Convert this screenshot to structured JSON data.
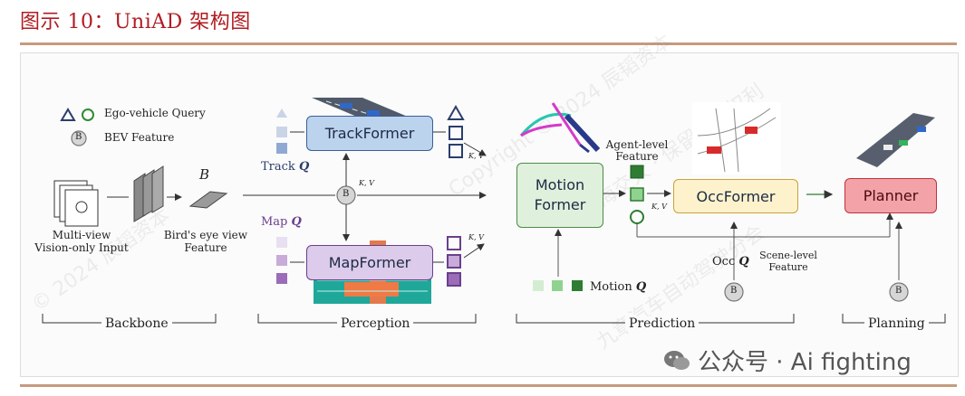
{
  "figure": {
    "title": "图示 10：UniAD 架构图"
  },
  "legend": {
    "ego_query": "Ego-vehicle Query",
    "bev_feature": "BEV Feature",
    "b_glyph": "B"
  },
  "backbone": {
    "input_label_1": "Multi-view",
    "input_label_2": "Vision-only Input",
    "bev_symbol": "B",
    "bev_label_1": "Bird's eye view",
    "bev_label_2": "Feature",
    "section": "Backbone"
  },
  "perception": {
    "trackformer": "TrackFormer",
    "mapformer": "MapFormer",
    "track_q_prefix": "Track ",
    "map_q_prefix": "Map ",
    "q": "Q",
    "kv": "K, V",
    "section": "Perception"
  },
  "prediction": {
    "motion_former_1": "Motion",
    "motion_former_2": "Former",
    "agent_level_1": "Agent-level",
    "agent_level_2": "Feature",
    "occformer": "OccFormer",
    "occ_q_prefix": "Occ ",
    "scene_level_1": "Scene-level",
    "scene_level_2": "Feature",
    "motion_q_prefix": "Motion ",
    "section": "Prediction"
  },
  "planning": {
    "planner": "Planner",
    "section": "Planning"
  },
  "watermark": {
    "source": "公众号 · Ai fighting",
    "marks": [
      "Copyright © 2024 辰韬资本",
      "上海交大 · 保留所有权利",
      "九章汽车自动驾驶分会",
      "© 2024 辰韬资本"
    ]
  },
  "colors": {
    "title": "#b01c22",
    "rule": "#c79a7e",
    "track_fill": "#bcd3ee",
    "track_border": "#3b5f96",
    "map_fill": "#dccbea",
    "map_border": "#6a3f8c",
    "motion_fill": "#dff1dc",
    "motion_border": "#4e8a49",
    "occ_fill": "#fdf2cc",
    "occ_border": "#c9a23e",
    "planner_fill": "#f3a3a8",
    "planner_border": "#c0323c"
  }
}
